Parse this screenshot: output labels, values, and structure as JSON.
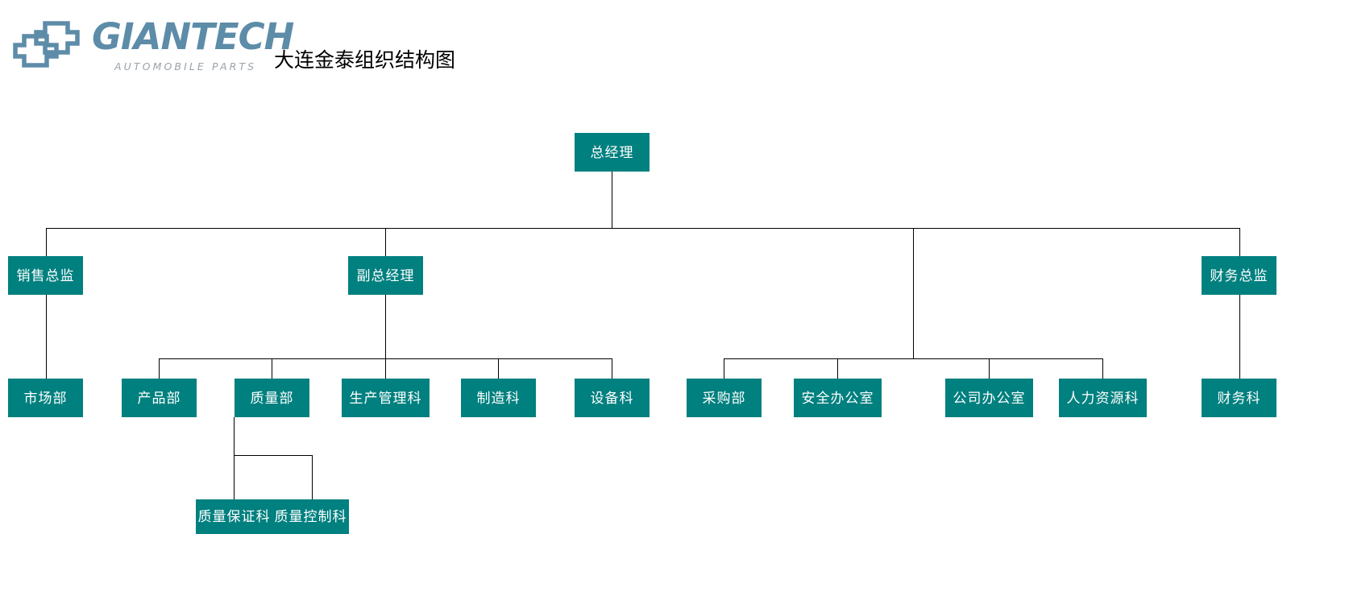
{
  "header": {
    "logo_wordmark": "GIANTECH",
    "logo_tagline": "AUTOMOBILE PARTS",
    "logo_icon_name": "giantech-interlocking-cross-logo",
    "title": "大连金泰组织结构图"
  },
  "colors": {
    "node_fill": "#00807f",
    "node_text": "#ffffff",
    "connector": "#000000",
    "logo_blue": "#5d8ca8",
    "logo_gray": "#9aa3a8",
    "background": "#ffffff"
  },
  "chart_data": {
    "type": "diagram",
    "diagram_type": "organizational-chart",
    "title": "大连金泰组织结构图",
    "levels": 4,
    "nodes": [
      {
        "id": "gm",
        "label": "总经理",
        "level": 1,
        "parent": null
      },
      {
        "id": "sales_dir",
        "label": "销售总监",
        "level": 2,
        "parent": "gm"
      },
      {
        "id": "deputy_gm",
        "label": "副总经理",
        "level": 2,
        "parent": "gm"
      },
      {
        "id": "admin_hub",
        "label": "",
        "level": 2,
        "parent": "gm"
      },
      {
        "id": "fin_dir",
        "label": "财务总监",
        "level": 2,
        "parent": "gm"
      },
      {
        "id": "marketing",
        "label": "市场部",
        "level": 3,
        "parent": "sales_dir"
      },
      {
        "id": "product",
        "label": "产品部",
        "level": 3,
        "parent": "deputy_gm"
      },
      {
        "id": "quality",
        "label": "质量部",
        "level": 3,
        "parent": "deputy_gm"
      },
      {
        "id": "prod_mgmt",
        "label": "生产管理科",
        "level": 3,
        "parent": "deputy_gm"
      },
      {
        "id": "manufact",
        "label": "制造科",
        "level": 3,
        "parent": "deputy_gm"
      },
      {
        "id": "equipment",
        "label": "设备科",
        "level": 3,
        "parent": "deputy_gm"
      },
      {
        "id": "purchase",
        "label": "采购部",
        "level": 3,
        "parent": "admin_hub"
      },
      {
        "id": "safety",
        "label": "安全办公室",
        "level": 3,
        "parent": "admin_hub"
      },
      {
        "id": "company_o",
        "label": "公司办公室",
        "level": 3,
        "parent": "admin_hub"
      },
      {
        "id": "hr",
        "label": "人力资源科",
        "level": 3,
        "parent": "admin_hub"
      },
      {
        "id": "finance",
        "label": "财务科",
        "level": 3,
        "parent": "fin_dir"
      },
      {
        "id": "qa",
        "label": "质量保证科",
        "level": 4,
        "parent": "quality"
      },
      {
        "id": "qc",
        "label": "质量控制科",
        "level": 4,
        "parent": "quality"
      }
    ]
  },
  "nodes": {
    "gm": "总经理",
    "sales_dir": "销售总监",
    "deputy_gm": "副总经理",
    "fin_dir": "财务总监",
    "marketing": "市场部",
    "product": "产品部",
    "quality": "质量部",
    "prod_mgmt": "生产管理科",
    "manufact": "制造科",
    "equipment": "设备科",
    "purchase": "采购部",
    "safety": "安全办公室",
    "company_o": "公司办公室",
    "hr": "人力资源科",
    "finance": "财务科",
    "qa": "质量保证科",
    "qc": "质量控制科"
  }
}
